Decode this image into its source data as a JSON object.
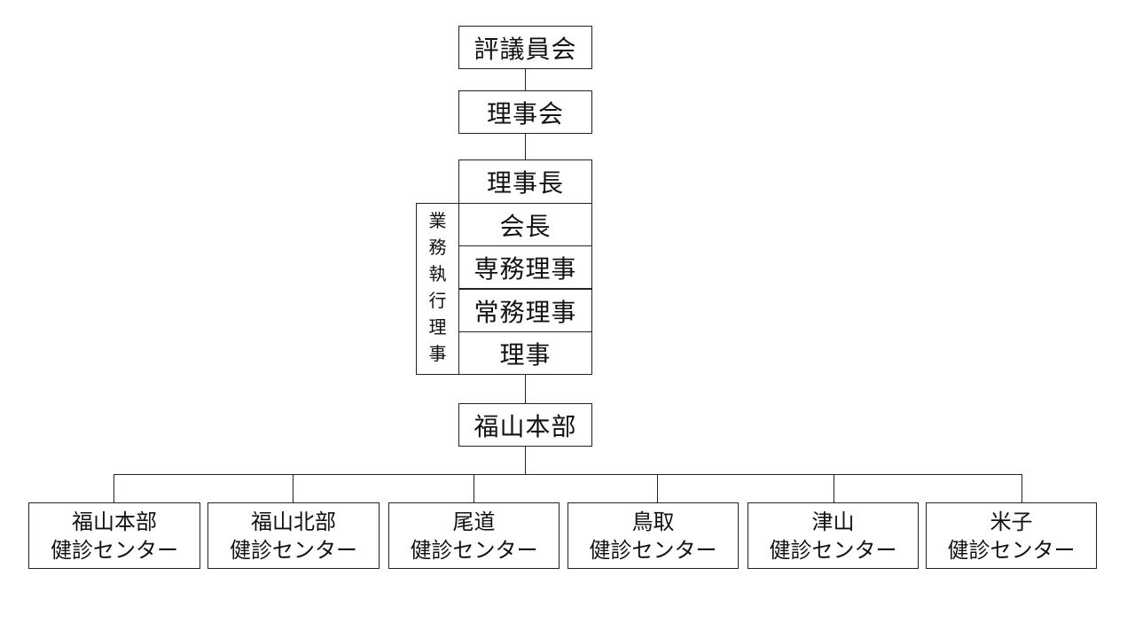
{
  "org": {
    "council": "評議員会",
    "board": "理事会",
    "chairman": "理事長",
    "president": "会長",
    "senmu": "専務理事",
    "jomu": "常務理事",
    "director": "理事",
    "hq": "福山本部",
    "exec_label_chars": [
      "業",
      "務",
      "執",
      "行",
      "理",
      "事"
    ]
  },
  "centers": [
    {
      "name": "福山本部",
      "suffix": "健診センター"
    },
    {
      "name": "福山北部",
      "suffix": "健診センター"
    },
    {
      "name": "尾道",
      "suffix": "健診センター"
    },
    {
      "name": "鳥取",
      "suffix": "健診センター"
    },
    {
      "name": "津山",
      "suffix": "健診センター"
    },
    {
      "name": "米子",
      "suffix": "健診センター"
    }
  ]
}
